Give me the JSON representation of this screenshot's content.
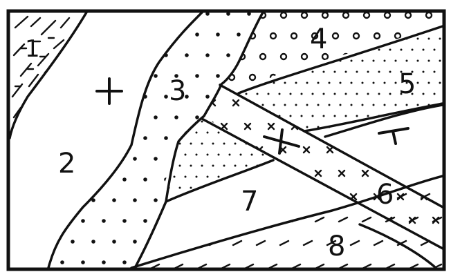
{
  "map": {
    "units": [
      {
        "id": "1",
        "label": "1",
        "pattern": "dashed-ticks"
      },
      {
        "id": "2",
        "label": "2",
        "pattern": "blank"
      },
      {
        "id": "3",
        "label": "3",
        "pattern": "coarse-dots"
      },
      {
        "id": "4",
        "label": "4",
        "pattern": "small-circles"
      },
      {
        "id": "5",
        "label": "5",
        "pattern": "fine-dots"
      },
      {
        "id": "6",
        "label": "6",
        "pattern": "crosses"
      },
      {
        "id": "7",
        "label": "7",
        "pattern": "blank"
      },
      {
        "id": "8",
        "label": "8",
        "pattern": "dashes"
      }
    ],
    "symbols": {
      "unit_2": "+",
      "dike_strike": "cross-strike",
      "bedding": "strike-dip"
    },
    "colors": {
      "ink": "#111111",
      "paper": "#ffffff"
    }
  }
}
